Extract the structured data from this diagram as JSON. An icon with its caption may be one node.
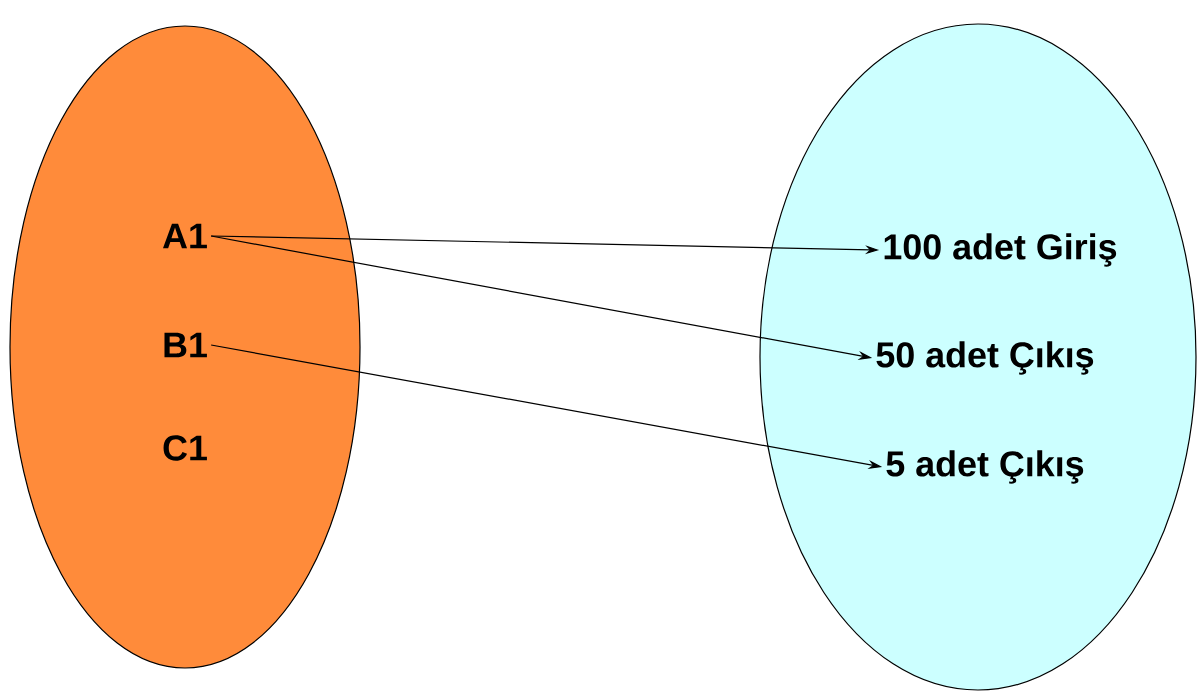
{
  "diagram": {
    "nodes": [
      {
        "text": [],
        "shape": "ellipse"
      },
      {
        "text": [
          "A1"
        ],
        "in": 0
      },
      {
        "text": [
          "B1"
        ],
        "in": 0
      },
      {
        "text": [
          "C1"
        ],
        "in": 0
      },
      {
        "text": [],
        "shape": "ellipse"
      },
      {
        "text": [
          "100 adet Giriş"
        ],
        "in": 4
      },
      {
        "text": [
          "50 adet Çıkış"
        ],
        "in": 4
      },
      {
        "text": [
          "5 adet Çıkış"
        ],
        "in": 4
      }
    ],
    "edges": [
      {
        "from": 1,
        "to": 5,
        "arrow": "to"
      },
      {
        "from": 1,
        "to": 6,
        "arrow": "to"
      },
      {
        "from": 2,
        "to": 7,
        "arrow": "to"
      }
    ]
  }
}
